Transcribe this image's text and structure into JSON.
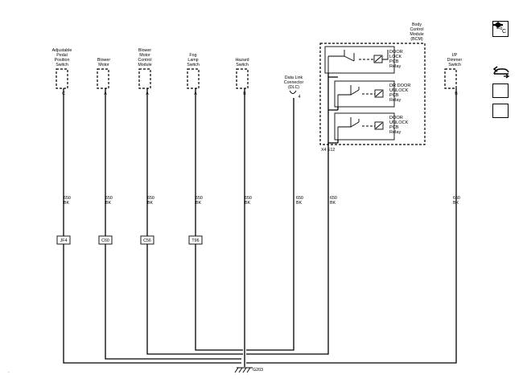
{
  "components": [
    {
      "id": "adj",
      "name_lines": [
        "Adjustable",
        "Pedal",
        "Position",
        "Switch"
      ],
      "pin": "C",
      "wire_code": "650",
      "wire_color": "BK",
      "splice": "JF4"
    },
    {
      "id": "blower",
      "name_lines": [
        "Blower",
        "Motor"
      ],
      "pin": "A",
      "wire_code": "650",
      "wire_color": "BK",
      "splice": "C60"
    },
    {
      "id": "bmcm",
      "name_lines": [
        "Blower",
        "Motor",
        "Control",
        "Module"
      ],
      "pin": "A",
      "wire_code": "650",
      "wire_color": "BK",
      "splice": "C56"
    },
    {
      "id": "fog",
      "name_lines": [
        "Fog",
        "Lamp",
        "Switch"
      ],
      "pin": "A",
      "wire_code": "650",
      "wire_color": "BK",
      "splice": "T96"
    },
    {
      "id": "hazard",
      "name_lines": [
        "Hazard",
        "Switch"
      ],
      "pin": "B",
      "wire_code": "650",
      "wire_color": "BK",
      "splice": ""
    },
    {
      "id": "dlc",
      "name_lines": [
        "Data Link",
        "Connector",
        "(DLC)"
      ],
      "pin": "4",
      "wire_code": "650",
      "wire_color": "BK",
      "splice": ""
    },
    {
      "id": "bcm",
      "name_lines": [
        "Body",
        "Control",
        "Module",
        "(BCM)"
      ],
      "pin": "X4  E12",
      "wire_code": "650",
      "wire_color": "BK",
      "splice": ""
    },
    {
      "id": "ip",
      "name_lines": [
        "I/P",
        "Dimmer",
        "Switch"
      ],
      "pin": "B",
      "wire_code": "650",
      "wire_color": "BK",
      "splice": ""
    }
  ],
  "relays": [
    {
      "lines": [
        "DOOR",
        "LOCK",
        "PCB",
        "Relay"
      ]
    },
    {
      "lines": [
        "DR DOOR",
        "UNLOCK",
        "PCB",
        "Relay"
      ]
    },
    {
      "lines": [
        "DOOR",
        "UNLOCK",
        "PCB",
        "Relay"
      ]
    }
  ],
  "ground": {
    "label": "G203"
  },
  "side_icons": {
    "loc_label_main": "L",
    "loc_label_o": "o",
    "loc_label_c": "C",
    "items": [
      {
        "icon": "loc-icon"
      },
      {
        "icon": "car-return-icon"
      },
      {
        "icon": "arrow-right-icon"
      },
      {
        "icon": "arrow-left-icon"
      }
    ]
  }
}
